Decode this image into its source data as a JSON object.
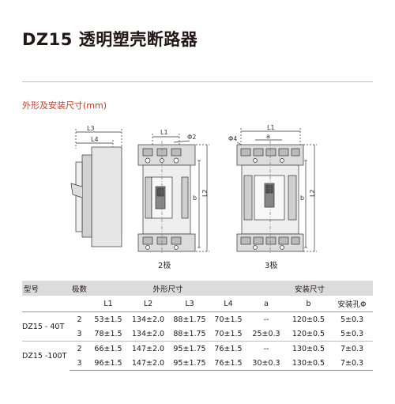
{
  "header": {
    "title": "DZ15 透明塑壳断路器",
    "subtitle": "外形及安装尺寸(mm)"
  },
  "drawing": {
    "labels": {
      "L1": "L1",
      "L2": "L2",
      "L3": "L3",
      "L4": "L4",
      "a": "a",
      "b": "b",
      "phi2": "Φ2",
      "phi4": "Φ4"
    },
    "captions": {
      "two_pole": "2极",
      "three_pole": "3极"
    }
  },
  "table": {
    "header1": {
      "model": "型号",
      "poles": "极数",
      "outline": "外形尺寸",
      "mounting": "安装尺寸"
    },
    "header2": [
      "L1",
      "L2",
      "L3",
      "L4",
      "a",
      "b",
      "安装孔Φ"
    ],
    "rows": [
      {
        "model": "DZ15 - 40T",
        "poles": "2",
        "L1": "53±1.5",
        "L2": "134±2.0",
        "L3": "88±1.75",
        "L4": "70±1.5",
        "a": "--",
        "b": "120±0.5",
        "hole": "5±0.3"
      },
      {
        "model": "",
        "poles": "3",
        "L1": "78±1.5",
        "L2": "134±2.0",
        "L3": "88±1.75",
        "L4": "70±1.5",
        "a": "25±0.3",
        "b": "120±0.5",
        "hole": "5±0.3"
      },
      {
        "model": "DZ15 -100T",
        "poles": "2",
        "L1": "66±1.5",
        "L2": "147±2.0",
        "L3": "95±1.75",
        "L4": "76±1.5",
        "a": "--",
        "b": "130±0.5",
        "hole": "7±0.3"
      },
      {
        "model": "",
        "poles": "3",
        "L1": "96±1.5",
        "L2": "147±2.0",
        "L3": "95±1.75",
        "L4": "76±1.5",
        "a": "30±0.3",
        "b": "130±0.5",
        "hole": "7±0.3"
      }
    ]
  }
}
